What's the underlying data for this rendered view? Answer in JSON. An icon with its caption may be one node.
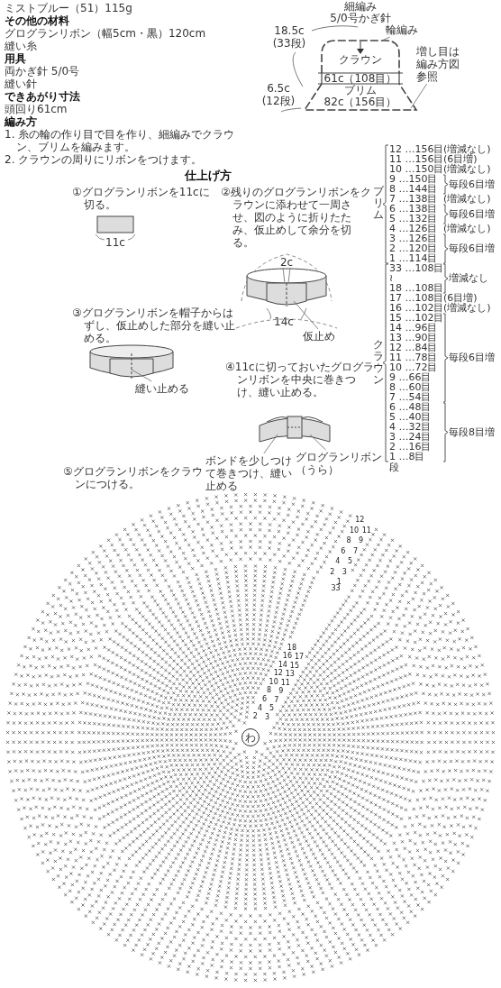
{
  "diagram": {
    "title": "仕上げ方",
    "nodes": [
      {
        "text": [
          "輪編み"
        ]
      },
      {
        "text": [
          "増し目は編み方図参照"
        ]
      },
      {
        "text": [
          "仮止め"
        ]
      },
      {
        "text": [
          "縫い止める"
        ]
      },
      {
        "text": [
          "グログランリボン（うら）"
        ]
      },
      {
        "text": [
          "ボンドを少しつけて巻きつけ、縫い止める"
        ]
      },
      {
        "text": [
          "わ"
        ]
      }
    ],
    "edges": [
      {
        "from": 0,
        "to": null,
        "arrow": "none"
      },
      {
        "from": 1,
        "to": null,
        "arrow": "none"
      },
      {
        "from": 2,
        "to": null,
        "arrow": "none"
      },
      {
        "from": 3,
        "to": null,
        "arrow": "none"
      },
      {
        "from": 4,
        "to": null,
        "arrow": "none"
      },
      {
        "from": 5,
        "to": null,
        "arrow": "none"
      }
    ],
    "labels": [
      "ミストブルー（51）115g",
      "その他の材料",
      "グログランリボン（幅5cm・黒）120cm",
      "縫い糸",
      "用具",
      "両かぎ針 5/0号",
      "縫い針",
      "できあがり寸法",
      "頭回り61cm",
      "編み方",
      "1. 糸の輪の作り目で目を作り、細編みでクラウン、ブリムを編みます。",
      "2. クラウンの周りにリボンをつけます。",
      "細編み",
      "5/0号かぎ針",
      "18.5c (33段)",
      "クラウン",
      "61c（108目）",
      "ブリム",
      "82c（156目）",
      "6.5c (12段)",
      "①グログランリボンを11cに切る。",
      "11c",
      "②残りのグログランリボンをクラウンに添わせて一周させ、図のように折りたたみ、仮止めして余分を切る。",
      "2c",
      "14c",
      "③グログランリボンを帽子からはずし、仮止めした部分を縫い止める。",
      "④11cに切っておいたグログランリボンを中央に巻きつけ、縫い止める。",
      "⑤グログランリボンをクラウンにつける。",
      "ブリム",
      "12 …156目",
      "(増減なし)",
      "11 …156目",
      "(6目増)",
      "10 …150目",
      "(増減なし)",
      "9 …150目",
      "8 …144目",
      "毎段6目増",
      "7 …138目",
      "(増減なし)",
      "6 …138目",
      "5 …132目",
      "毎段6目増",
      "4 …126目",
      "(増減なし)",
      "3 …126目",
      "2 …120目",
      "1 …114目",
      "毎段6目増",
      "33 …108目",
      "≀",
      "18 …108目",
      "増減なし",
      "17 …108目",
      "(6目増)",
      "16 …102目",
      "(増減なし)",
      "クラウン",
      "15 …102目",
      "14 …96目",
      "13 …90目",
      "12 …84目",
      "11 …78目",
      "10 …72目",
      "9 …66目",
      "8 …60目",
      "7 …54目",
      "毎段6目増",
      "6 …48目",
      "5 …40目",
      "4 …32目",
      "3 …24目",
      "2 …16目",
      "1 …8目",
      "毎段8目増",
      "段",
      "12",
      "11",
      "10",
      "9",
      "8",
      "7",
      "6",
      "5",
      "4",
      "3",
      "2",
      "1",
      "33",
      "18",
      "17",
      "16",
      "15",
      "14",
      "13",
      "12",
      "11",
      "10",
      "9",
      "8",
      "7",
      "6",
      "5",
      "4",
      "3",
      "2"
    ]
  }
}
